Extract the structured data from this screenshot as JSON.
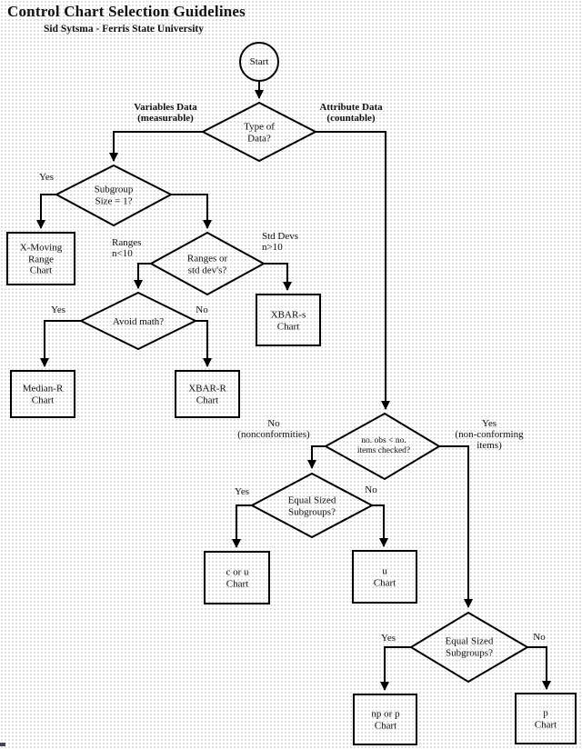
{
  "page": {
    "title": "Control Chart Selection Guidelines",
    "subtitle": "Sid Sytsma - Ferris State University"
  },
  "colors": {
    "line": "#000000",
    "background": "#ffffff",
    "dot_grid": "#c9c9c9"
  },
  "nodes": {
    "start": "Start",
    "type_of_data": "Type of\nData?",
    "subgroup_size": "Subgroup\nSize = 1?",
    "ranges_or_std_devs": "Ranges or\nstd dev's?",
    "avoid_math": "Avoid math?",
    "obs_vs_items": "no. obs < no.\nitems checked?",
    "equal_sized_subgroups_1": "Equal Sized\nSubgroups?",
    "equal_sized_subgroups_2": "Equal Sized\nSubgroups?",
    "x_moving_range_chart": "X-Moving\nRange\nChart",
    "xbar_s_chart": "XBAR-s\nChart",
    "median_r_chart": "Median-R\nChart",
    "xbar_r_chart": "XBAR-R\nChart",
    "c_or_u_chart": "c or u\nChart",
    "u_chart": "u\nChart",
    "np_or_p_chart": "np or p\nChart",
    "p_chart": "p\nChart"
  },
  "edge_labels": {
    "variables_data": "Variables Data\n(measurable)",
    "attribute_data": "Attribute Data\n(countable)",
    "subgroup_yes": "Yes",
    "ranges_n_lt_10": "Ranges\nn<10",
    "std_devs_n_gt_10": "Std Devs\nn>10",
    "avoid_math_yes": "Yes",
    "avoid_math_no": "No",
    "nonconformities_no": "No\n(nonconformities)",
    "nonconforming_items_yes": "Yes\n(non-conforming items)",
    "equal_sized_1_yes": "Yes",
    "equal_sized_1_no": "No",
    "equal_sized_2_yes": "Yes",
    "equal_sized_2_no": "No"
  }
}
